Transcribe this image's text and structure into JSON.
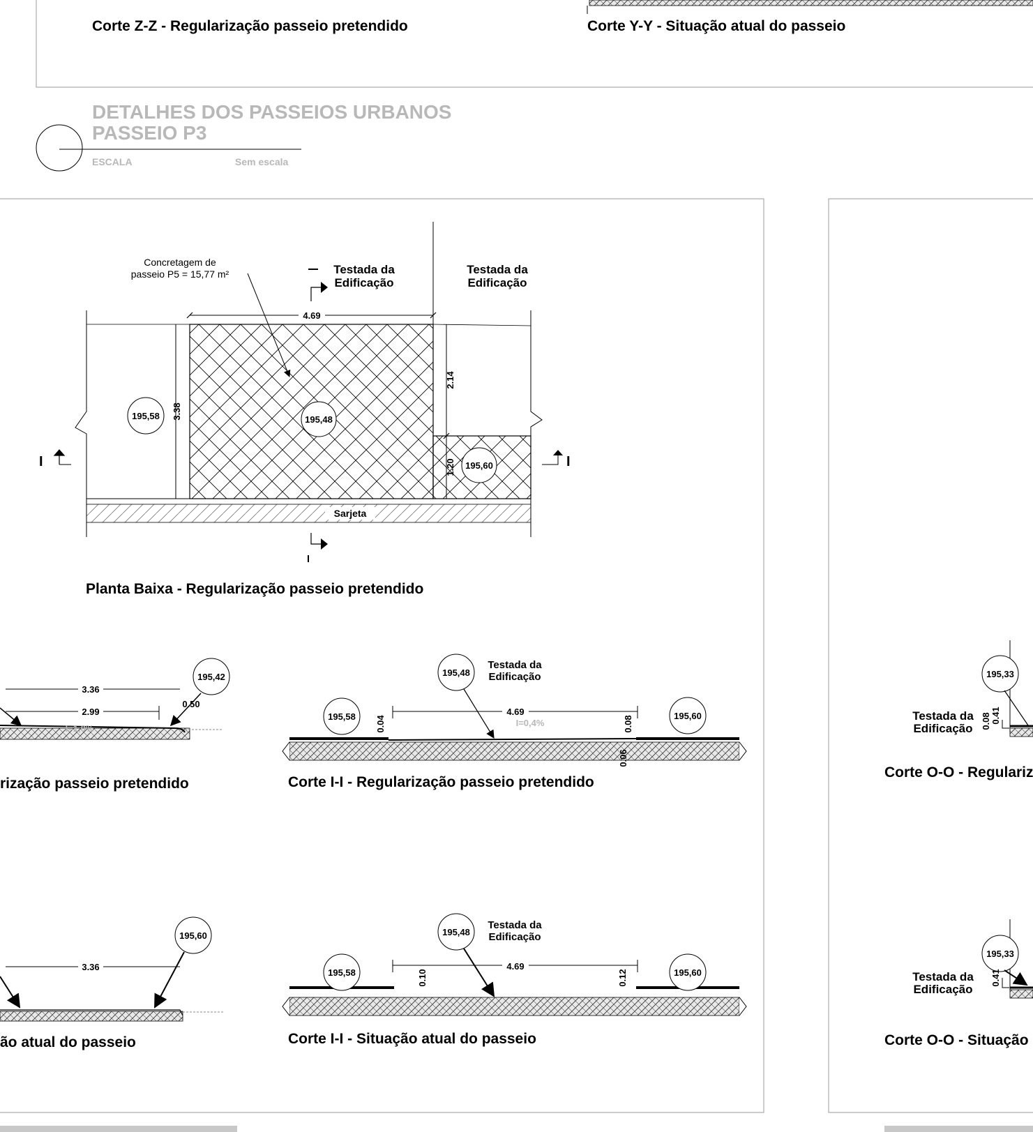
{
  "top": {
    "caption_left": "Corte Z-Z - Regularização passeio pretendido",
    "caption_right": "Corte Y-Y - Situação atual do passeio"
  },
  "title_block": {
    "title_line1": "DETALHES DOS PASSEIOS URBANOS",
    "title_line2": "PASSEIO P3",
    "scale_label": "ESCALA",
    "scale_value": "Sem escala"
  },
  "plan": {
    "caption": "Planta Baixa - Regularização passeio pretendido",
    "note_line1": "Concretagem de",
    "note_line2": "passeio P5 = 15,77 m²",
    "testada1_line1": "Testada da",
    "testada1_line2": "Edificação",
    "testada2_line1": "Testada da",
    "testada2_line2": "Edificação",
    "dim_width": "4.69",
    "dim_height_left": "3.38",
    "dim_height_upper": "2.14",
    "dim_height_lower": "1.20",
    "level_left": "195,58",
    "level_center": "195,48",
    "level_right": "195,60",
    "sarjeta": "Sarjeta",
    "section_mark": "I",
    "section_mark_right": "I"
  },
  "section_z_partial": {
    "caption": "rização passeio pretendido",
    "level": "195,42",
    "dim1": "3.36",
    "dim2": "2.99",
    "dim3": "0.50",
    "slope": "I=1,0%"
  },
  "section_i_new": {
    "caption": "Corte I-I - Regularização passeio pretendido",
    "testada_line1": "Testada da",
    "testada_line2": "Edificação",
    "level_top": "195,48",
    "level_left": "195,58",
    "level_right": "195,60",
    "dim_width": "4.69",
    "slope": "I=0,4%",
    "dim_left": "0.04",
    "dim_right": "0.08",
    "dim_bottom": "0.06"
  },
  "section_y_partial": {
    "caption": "ão atual do passeio",
    "level": "195,60",
    "dim1": "3.36"
  },
  "section_i_current": {
    "caption": "Corte I-I - Situação atual do passeio",
    "testada_line1": "Testada da",
    "testada_line2": "Edificação",
    "level_top": "195,48",
    "level_left": "195,58",
    "level_right": "195,60",
    "dim_width": "4.69",
    "dim_left": "0.10",
    "dim_right": "0.12"
  },
  "section_o_new": {
    "caption": "Corte O-O - Regulariza",
    "level": "195,33",
    "testada_line1": "Testada da",
    "testada_line2": "Edificação",
    "dim_a": "0.08",
    "dim_b": "0.41"
  },
  "section_o_current": {
    "caption": "Corte O-O - Situação a",
    "level": "195,33",
    "testada_line1": "Testada da",
    "testada_line2": "Edificação",
    "dim_a": "0.41"
  }
}
